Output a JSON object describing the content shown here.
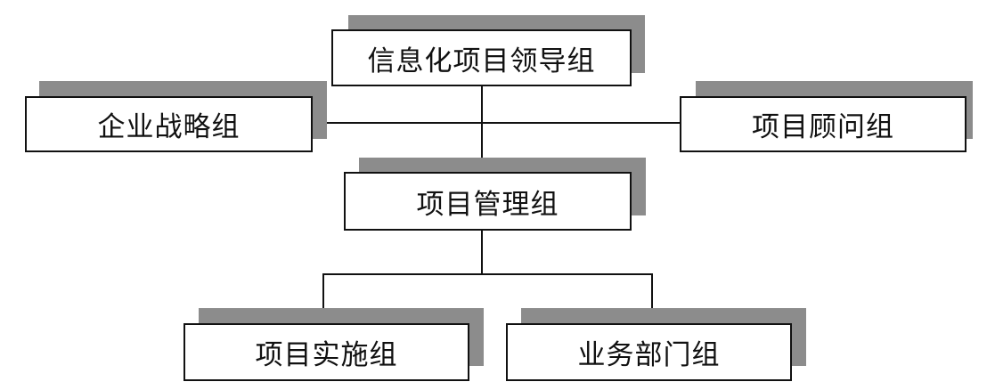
{
  "diagram": {
    "nodes": {
      "leadership": "信息化项目领导组",
      "strategy": "企业战略组",
      "consultant": "项目顾问组",
      "management": "项目管理组",
      "implementation": "项目实施组",
      "business": "业务部门组"
    },
    "colors": {
      "shadow": "#8c8c8c",
      "border": "#111111",
      "background": "#ffffff"
    }
  }
}
